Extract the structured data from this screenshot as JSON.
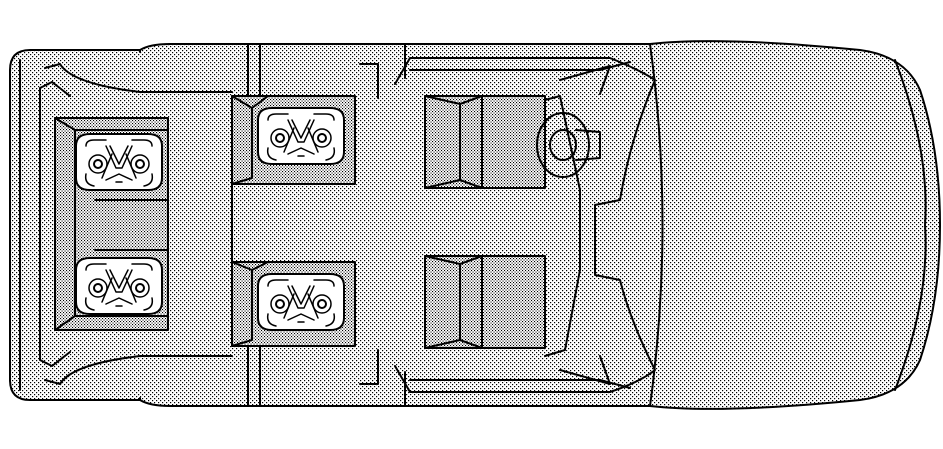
{
  "diagram": {
    "subject": "vehicle-top-view",
    "view": "overhead",
    "rows": [
      {
        "row": "front",
        "seats": [
          "driver-seat",
          "passenger-seat"
        ]
      },
      {
        "row": "second",
        "seats": [
          "child-seat-left",
          "child-seat-right"
        ]
      },
      {
        "row": "third",
        "seats": [
          "child-seat-left",
          "child-seat-right"
        ]
      }
    ],
    "fill_color": "#c8c8c8",
    "line_color": "#000000",
    "background_color": "#ffffff"
  }
}
